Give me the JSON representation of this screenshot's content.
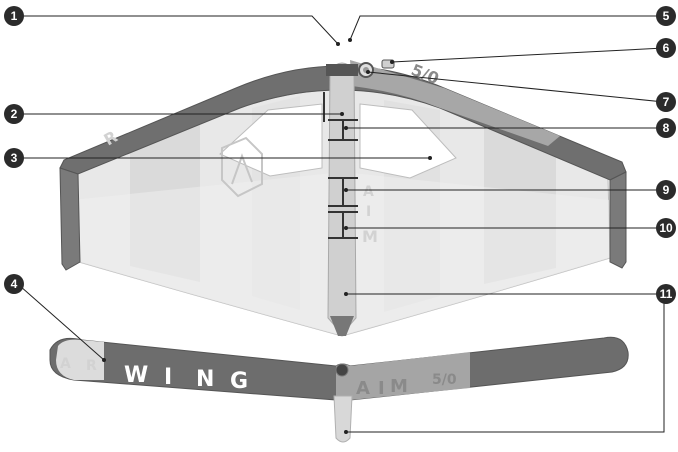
{
  "callouts": [
    {
      "id": "1",
      "label": "1"
    },
    {
      "id": "2",
      "label": "2"
    },
    {
      "id": "3",
      "label": "3"
    },
    {
      "id": "4",
      "label": "4"
    },
    {
      "id": "5",
      "label": "5"
    },
    {
      "id": "6",
      "label": "6"
    },
    {
      "id": "7",
      "label": "7"
    },
    {
      "id": "8",
      "label": "8"
    },
    {
      "id": "9",
      "label": "9"
    },
    {
      "id": "10",
      "label": "10"
    },
    {
      "id": "11",
      "label": "11"
    }
  ],
  "wing_print": {
    "brand_air_a": "A",
    "brand_air_r": "R",
    "word_w": "W",
    "word_i": "I",
    "word_n": "N",
    "word_g": "G",
    "logo_a": "A",
    "logo_i": "I",
    "logo_m": "M",
    "size": "5/0"
  },
  "colors": {
    "callout_fill": "#2b2b2b",
    "leading_edge": "#6f6f6f",
    "canopy_light": "#e9e9e9",
    "canopy_mid": "#d4d4d4",
    "strut": "#cfcfcf"
  }
}
